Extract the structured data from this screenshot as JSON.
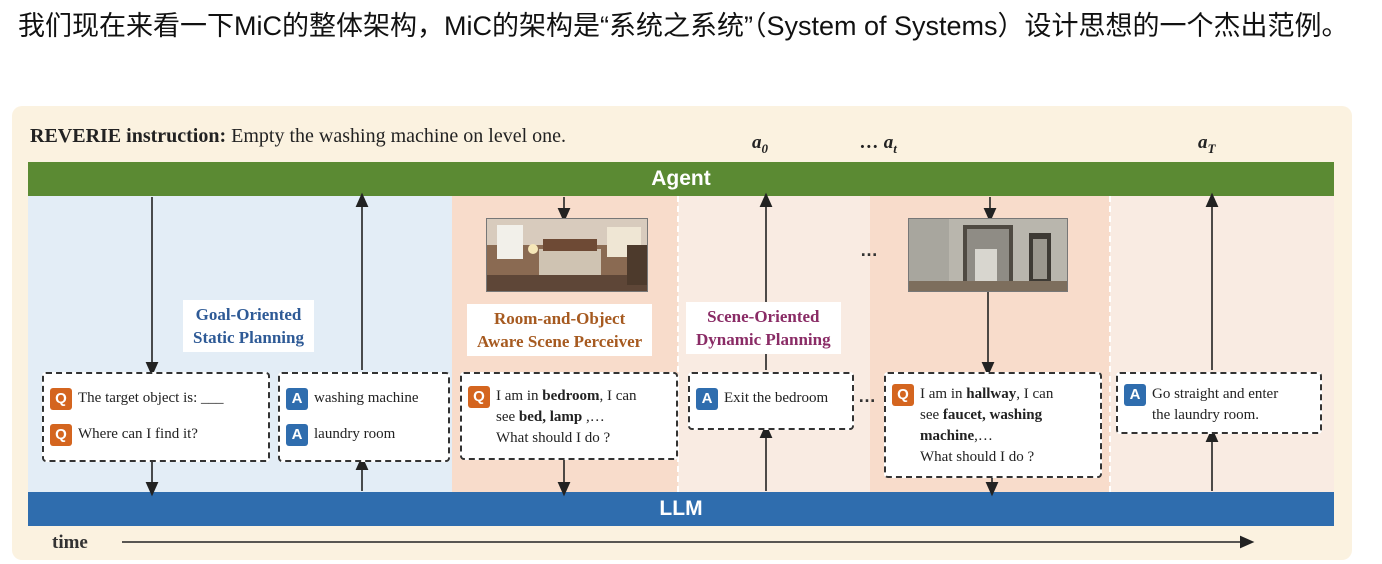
{
  "caption": "我们现在来看一下MiC的整体架构，MiC的架构是“系统之系统”（System of Systems）设计思想的一个杰出范例。",
  "instruction": {
    "prefix": "REVERIE instruction:",
    "text": " Empty the washing machine on level one."
  },
  "actions": {
    "a0": "a",
    "a0_sub": "0",
    "at_prefix": "… a",
    "at_sub": "t",
    "aT": "a",
    "aT_sub": "T"
  },
  "agent_label": "Agent",
  "llm_label": "LLM",
  "time_label": "time",
  "ellipsis": "…",
  "modules": {
    "goal": [
      "Goal-Oriented",
      "Static Planning"
    ],
    "perceiver": [
      "Room-and-Object",
      "Aware Scene Perceiver"
    ],
    "dynamic": [
      "Scene-Oriented",
      "Dynamic Planning"
    ]
  },
  "boxes": {
    "goal_q1": "The target object is: ___",
    "goal_q2": "Where can I find it?",
    "goal_a1": "washing machine",
    "goal_a2": "laundry room",
    "bedroom_q_l1a": "I am in ",
    "bedroom_q_l1b": "bedroom",
    "bedroom_q_l1c": ", I can",
    "bedroom_q_l2a": "see ",
    "bedroom_q_l2b": "bed, lamp",
    "bedroom_q_l2c": " ,…",
    "bedroom_q_l3": "What should I do ?",
    "bedroom_a": "Exit the bedroom",
    "hallway_q_l1a": "I am in ",
    "hallway_q_l1b": "hallway",
    "hallway_q_l1c": ", I can",
    "hallway_q_l2a": "see ",
    "hallway_q_l2b": "faucet, washing",
    "hallway_q_l3a": "machine",
    "hallway_q_l3b": ",…",
    "hallway_q_l4": "What should I do ?",
    "hallway_a_l1": "Go straight and enter",
    "hallway_a_l2": "the laundry room."
  },
  "badges": {
    "q": "Q",
    "a": "A"
  },
  "colors": {
    "agent_bar": "#5b8a33",
    "llm_bar": "#2f6dae",
    "badge_q": "#d4651f",
    "badge_a": "#2f6dae",
    "zone_blue": "#e3edf6",
    "zone_orange": "#f8dccb",
    "zone_light": "#f9ebe2"
  }
}
